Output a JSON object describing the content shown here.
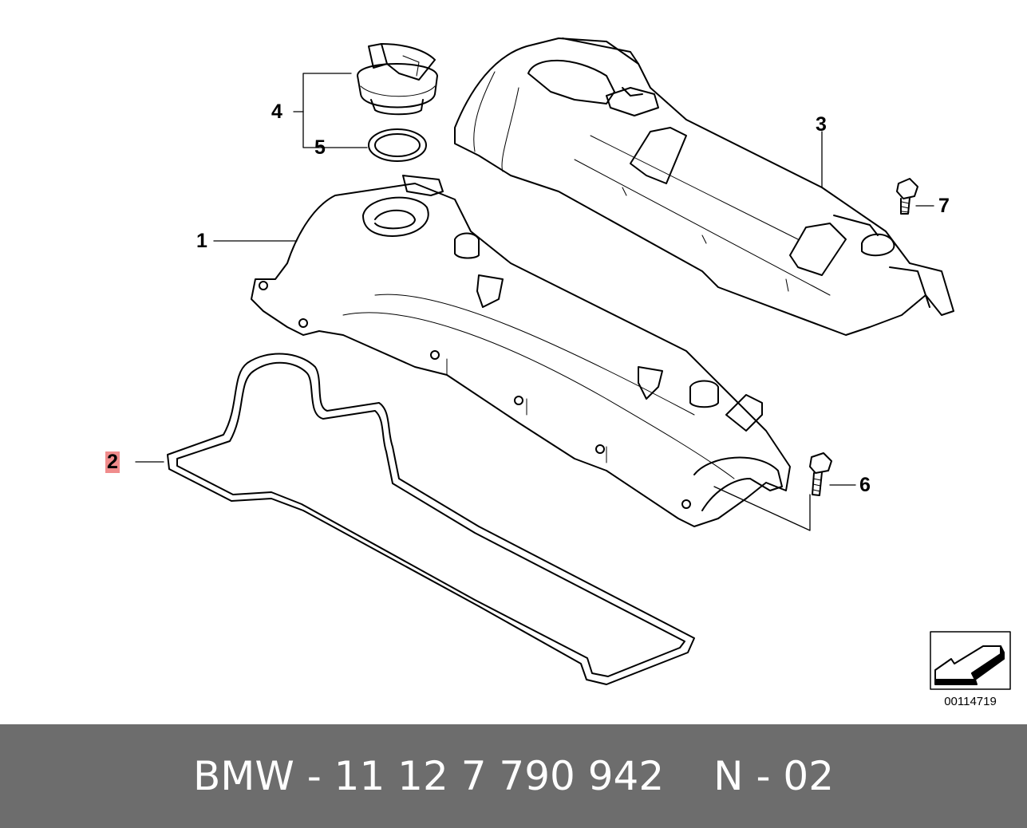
{
  "diagram": {
    "callouts": [
      {
        "id": "1",
        "label": "1",
        "highlighted": false
      },
      {
        "id": "2",
        "label": "2",
        "highlighted": true
      },
      {
        "id": "3",
        "label": "3",
        "highlighted": false
      },
      {
        "id": "4",
        "label": "4",
        "highlighted": false
      },
      {
        "id": "5",
        "label": "5",
        "highlighted": false
      },
      {
        "id": "6",
        "label": "6",
        "highlighted": false
      },
      {
        "id": "7",
        "label": "7",
        "highlighted": false
      }
    ],
    "reference_number": "00114719",
    "highlight_color": "#f08c8c",
    "line_color": "#000000"
  },
  "footer": {
    "part_number": "BMW - 11 12 7 790 942",
    "position": "N - 02",
    "background_color": "#6d6d6d"
  }
}
